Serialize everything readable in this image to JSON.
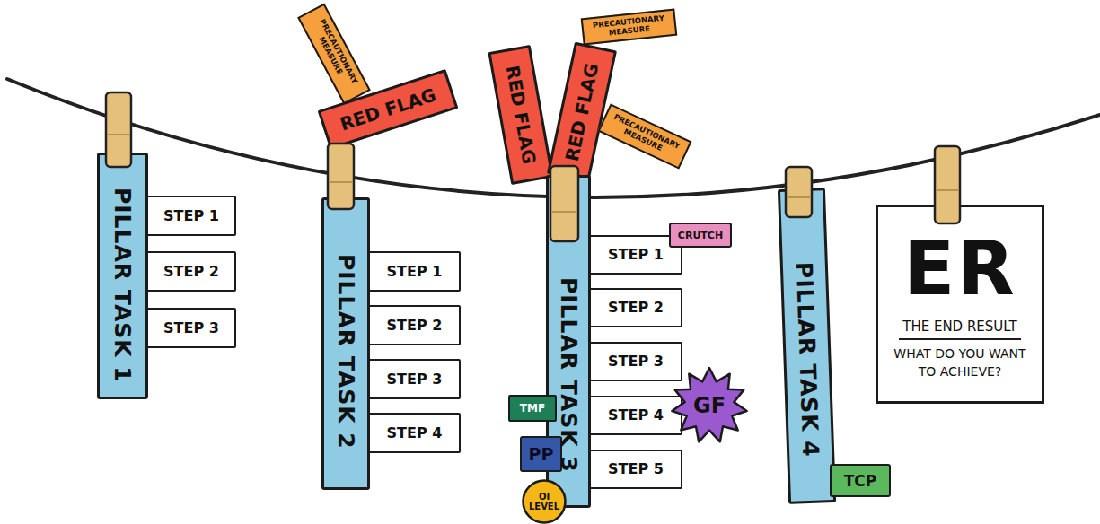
{
  "diagram": {
    "nodes": [
      {
        "text": [
          "PILLAR TASK 1"
        ]
      },
      {
        "text": [
          "STEP 1"
        ]
      },
      {
        "text": [
          "STEP 2"
        ]
      },
      {
        "text": [
          "STEP 3"
        ]
      },
      {
        "text": [
          "PRECAUTIONARY MEASURE"
        ]
      },
      {
        "text": [
          "RED FLAG"
        ]
      },
      {
        "text": [
          "PILLAR TASK 2"
        ]
      },
      {
        "text": [
          "STEP 1"
        ]
      },
      {
        "text": [
          "STEP 2"
        ]
      },
      {
        "text": [
          "STEP 3"
        ]
      },
      {
        "text": [
          "STEP 4"
        ]
      },
      {
        "text": [
          "PRECAUTIONARY MEASURE"
        ]
      },
      {
        "text": [
          "RED FLAG"
        ]
      },
      {
        "text": [
          "RED FLAG"
        ]
      },
      {
        "text": [
          "PRECAUTIONARY MEASURE"
        ]
      },
      {
        "text": [
          "PILLAR TASK 3"
        ]
      },
      {
        "text": [
          "STEP 1"
        ]
      },
      {
        "text": [
          "STEP 2"
        ]
      },
      {
        "text": [
          "STEP 3"
        ]
      },
      {
        "text": [
          "STEP 4"
        ]
      },
      {
        "text": [
          "STEP 5"
        ]
      },
      {
        "text": [
          "CRUTCH"
        ]
      },
      {
        "text": [
          "TMF"
        ]
      },
      {
        "text": [
          "GF"
        ]
      },
      {
        "text": [
          "PP"
        ]
      },
      {
        "text": [
          "OI LEVEL"
        ]
      },
      {
        "text": [
          "PILLAR TASK 4"
        ]
      },
      {
        "text": [
          "TCP"
        ]
      },
      {
        "text": [
          "ER",
          "THE END RESULT",
          "WHAT DO YOU WANT TO ACHIEVE?"
        ]
      }
    ]
  }
}
